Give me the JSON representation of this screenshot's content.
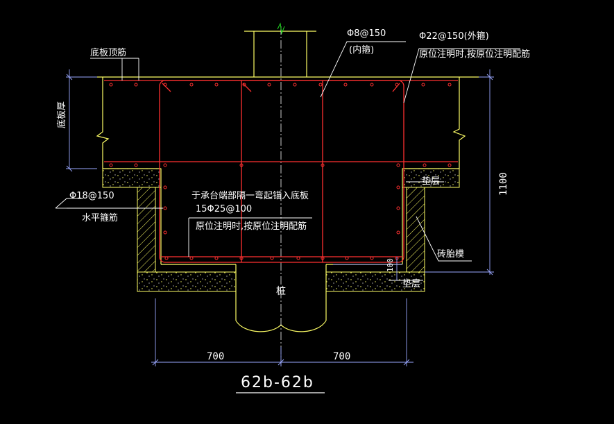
{
  "labels": {
    "top_rebar": "底板顶筋",
    "inner_stirrup_spec": "Φ8@150",
    "inner_stirrup": "(内箍)",
    "outer_stirrup_spec": "Φ22@150(外箍)",
    "outer_note": "原位注明时,按原位注明配筋",
    "slab_thickness": "底板厚",
    "horizontal_spec": "Φ18@150",
    "horizontal_stirrup": "水平箍筋",
    "anchor_note": "于承台端部隔一弯起锚入底板",
    "bottom_spec": "15Φ25@100",
    "bottom_note": "原位注明时,按原位注明配筋",
    "cushion_right": "垫层",
    "cushion_bottom": "垫层",
    "brick_mold": "砖胎模",
    "pile": "桩",
    "dim_height": "1100",
    "dim_small": "100",
    "dim_left": "700",
    "dim_right": "700",
    "section_title": "62b-62b"
  },
  "colors": {
    "background": "#000000",
    "concrete_outline": "#ffff66",
    "rebar": "#ff3030",
    "leader": "#ffffff",
    "dimension": "#9aa7ff",
    "centerline": "#ffffff"
  }
}
